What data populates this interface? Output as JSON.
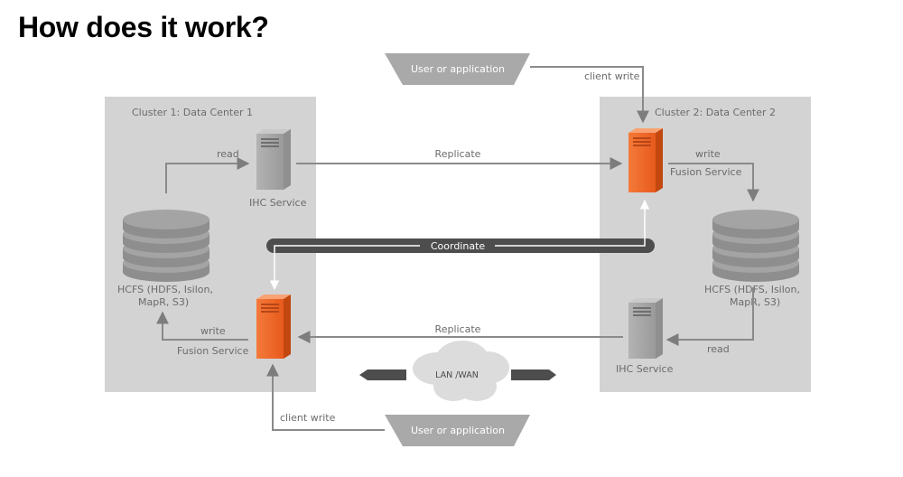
{
  "title": "How does it work?",
  "cluster1": {
    "title": "Cluster 1: Data Center 1",
    "read_label": "read",
    "ihc_label": "IHC Service",
    "storage_label_line1": "HCFS (HDFS, Isilon,",
    "storage_label_line2": "MapR, S3)",
    "write_label": "write",
    "fusion_label": "Fusion Service"
  },
  "cluster2": {
    "title": "Cluster 2: Data Center 2",
    "write_label": "write",
    "fusion_label": "Fusion Service",
    "storage_label_line1": "HCFS (HDFS, Isilon,",
    "storage_label_line2": "MapR, S3)",
    "read_label": "read",
    "ihc_label": "IHC Service"
  },
  "top_user": {
    "label": "User or application",
    "edge_label": "client write"
  },
  "bottom_user": {
    "label": "User or application",
    "edge_label": "client write"
  },
  "replicate_top": "Replicate",
  "replicate_bottom": "Replicate",
  "coordinate": "Coordinate",
  "network": "LAN /WAN",
  "colors": {
    "cluster_bg": "#d3d3d3",
    "server_orange": "#f26b2b",
    "server_gray": "#a7a7a7",
    "arrow": "#8a8a8a",
    "coordinate_bar": "#4d4d4d"
  }
}
